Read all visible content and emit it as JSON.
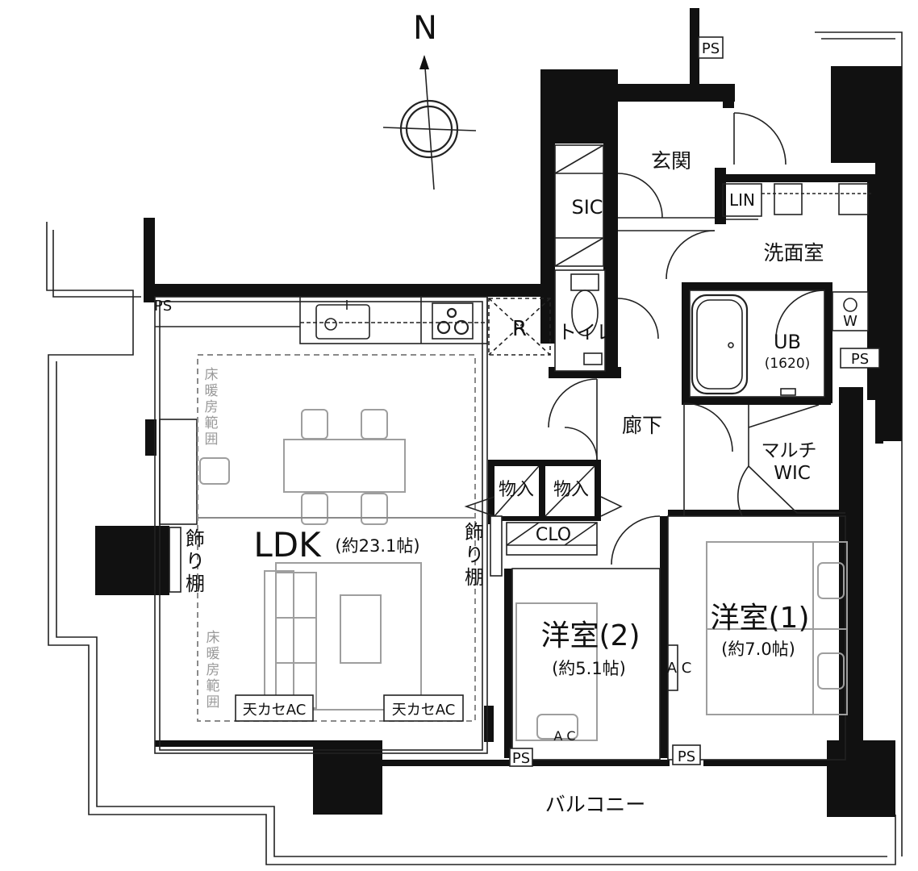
{
  "compass": {
    "north": "N"
  },
  "rooms": {
    "entrance": "玄関",
    "sic": "SIC",
    "lin": "LIN",
    "washroom": "洗面室",
    "toilet": "トイレ",
    "refrigerator": "R",
    "ub": "UB",
    "ub_size": "(1620)",
    "hallway": "廊下",
    "multi_wic_1": "マルチ",
    "multi_wic_2": "WIC",
    "storage_1": "物入",
    "storage_2": "物入",
    "clo": "CLO",
    "ldk": "LDK",
    "ldk_size": "(約23.1帖)",
    "western2": "洋室(2)",
    "western2_size": "(約5.1帖)",
    "western1": "洋室(1)",
    "western1_size": "(約7.0帖)",
    "balcony": "バルコニー",
    "washer": "W"
  },
  "labels": {
    "ps": "PS",
    "ac": "A C",
    "ceiling_ac_1": "天カセAC",
    "ceiling_ac_2": "天カセAC",
    "floor_heating": [
      "床",
      "暖",
      "房",
      "範",
      "囲"
    ],
    "shelf": [
      "飾",
      "り",
      "棚"
    ]
  },
  "colors": {
    "wall": "#111111",
    "furniture": "#9e9e9e",
    "background": "#ffffff"
  }
}
